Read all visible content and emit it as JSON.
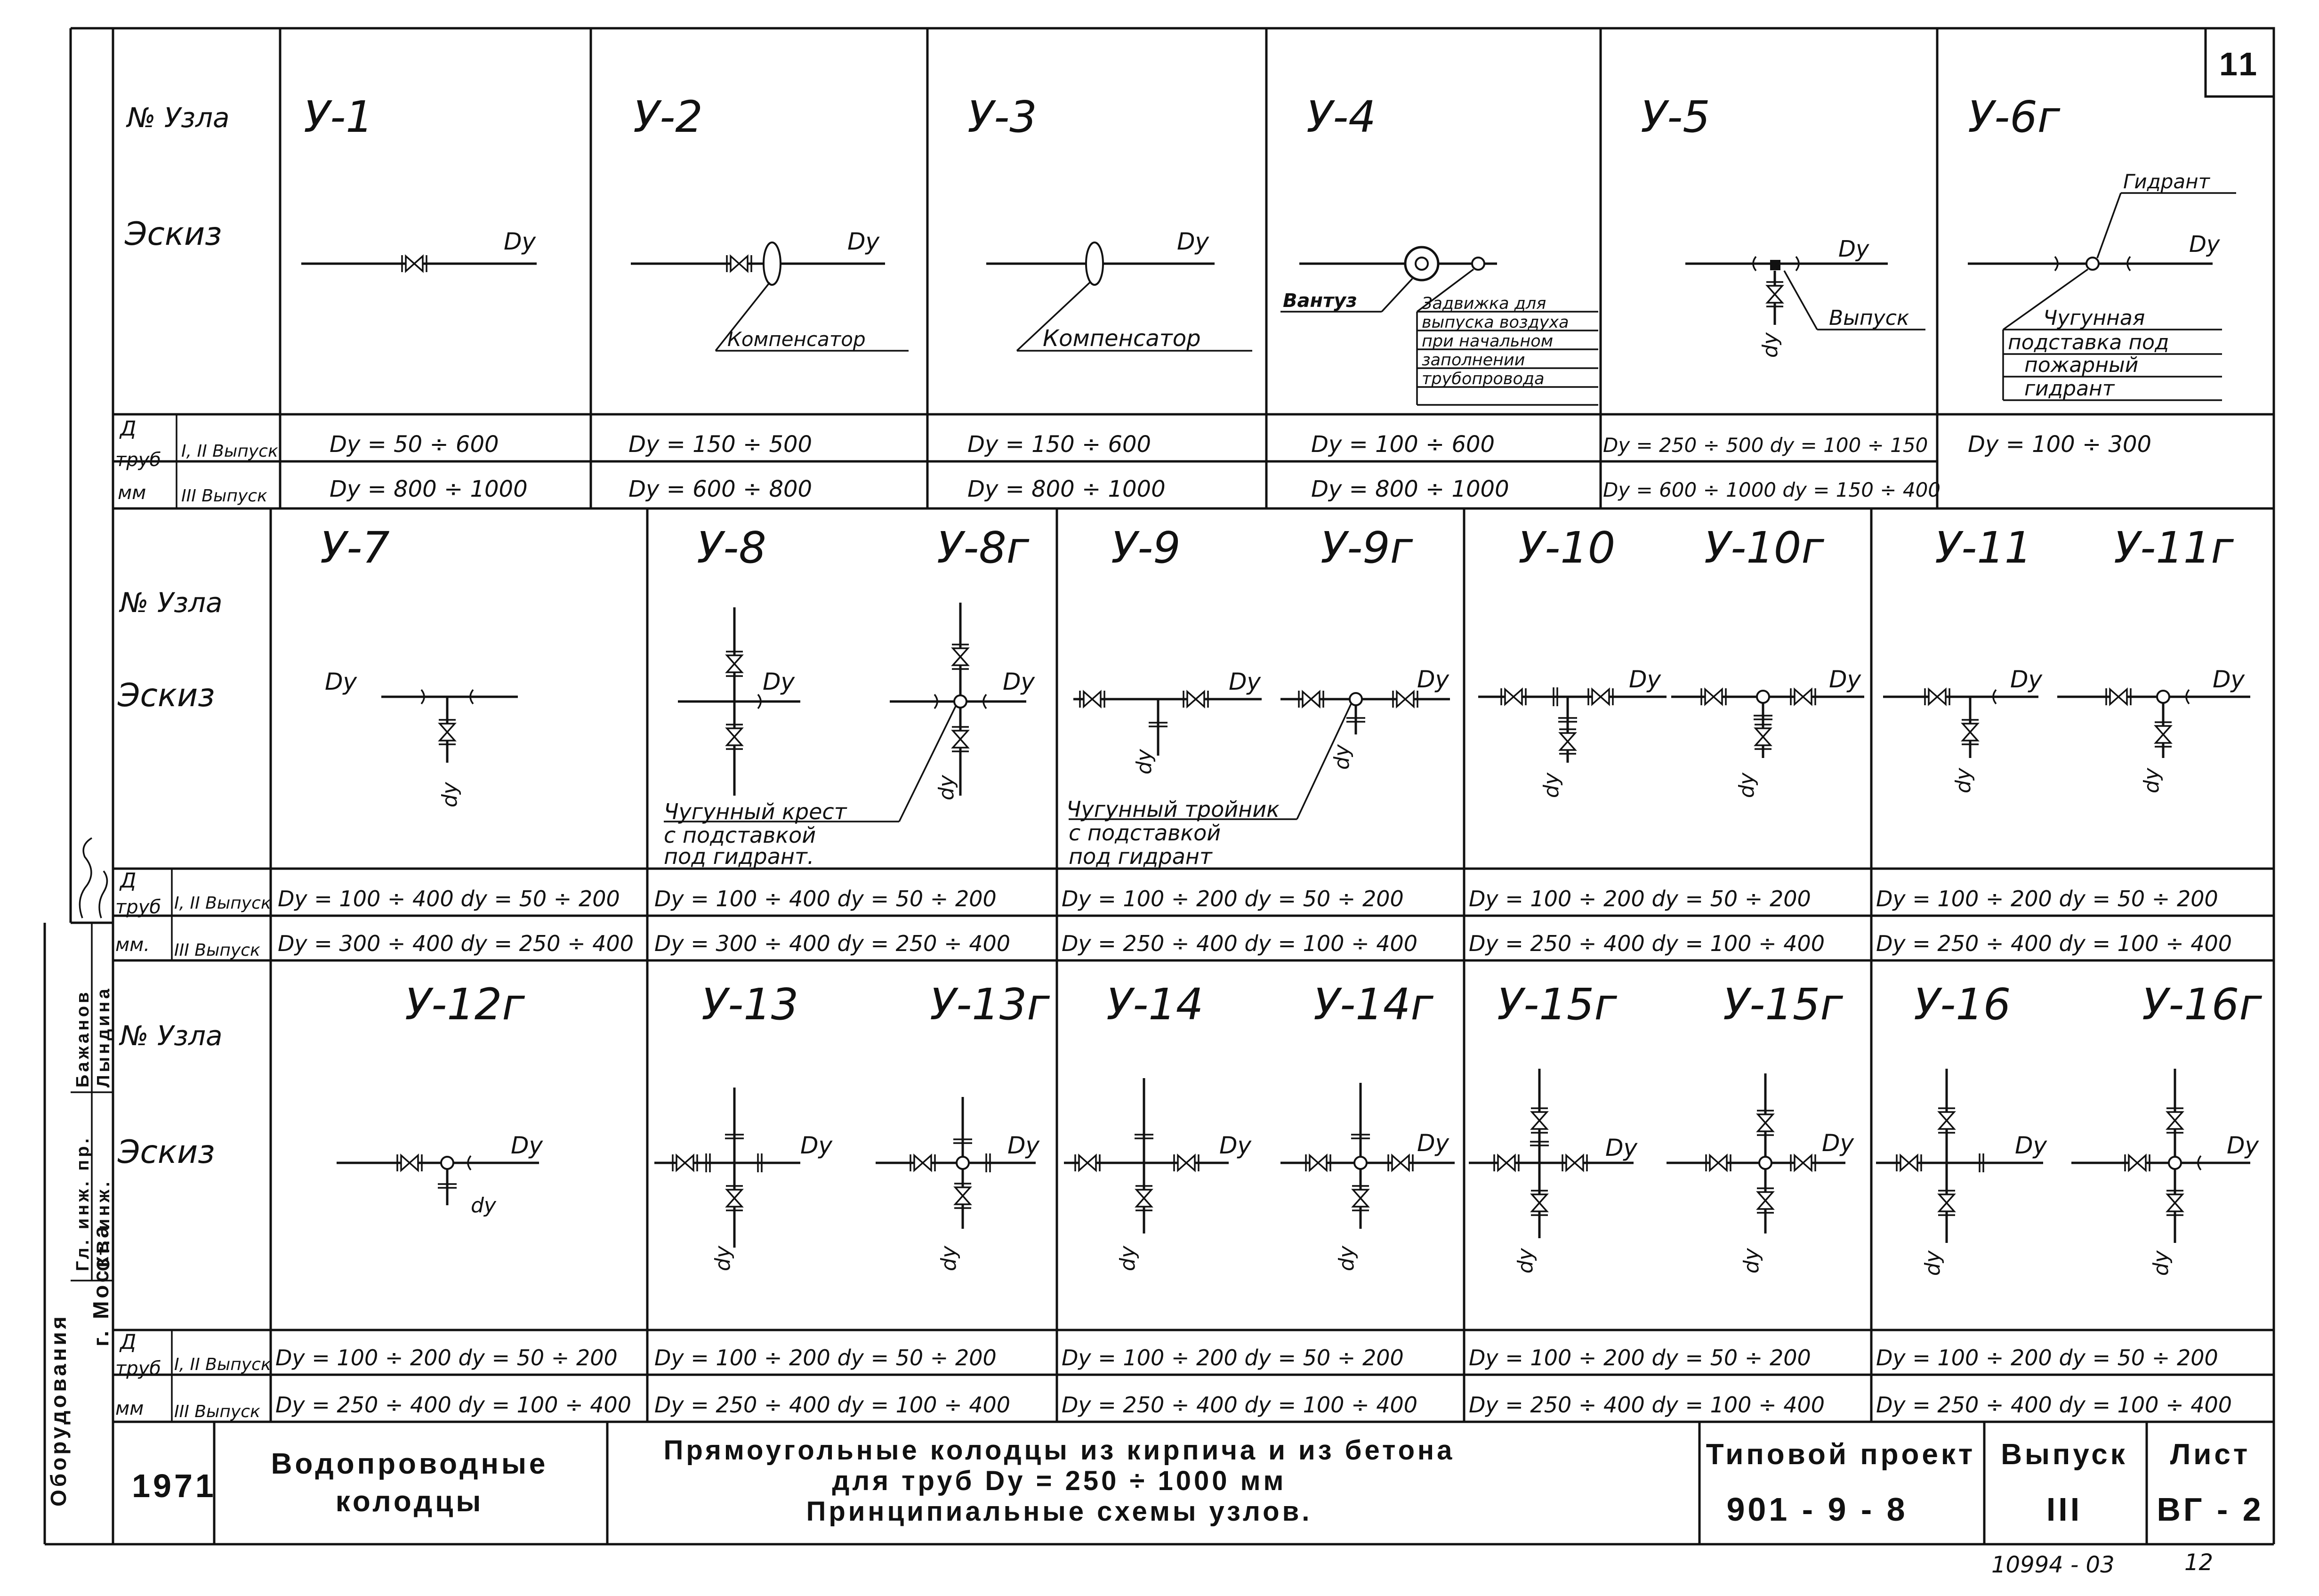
{
  "sheet_number": "11",
  "labels": {
    "node_no": "№ Узла",
    "sketch": "Эскиз",
    "d_line1": "Д",
    "d_line2": "труб",
    "d_line3": "мм",
    "d_line3b": "мм.",
    "issue_1_2": "I, II Выпуск",
    "issue_3": "III Выпуск",
    "dy": "Dy",
    "dy_small": "dy"
  },
  "row1": {
    "nodes": [
      {
        "id": "У-1",
        "issue12": "Dy = 50 ÷ 600",
        "issue3": "Dy = 800 ÷ 1000"
      },
      {
        "id": "У-2",
        "issue12": "Dy = 150 ÷ 500",
        "issue3": "Dy = 600 ÷ 800",
        "note": "Компенсатор"
      },
      {
        "id": "У-3",
        "issue12": "Dy = 150 ÷ 600",
        "issue3": "Dy = 800 ÷ 1000",
        "note": "Компенсатор"
      },
      {
        "id": "У-4",
        "issue12": "Dy = 100 ÷ 600",
        "issue3": "Dy = 800 ÷ 1000",
        "note_left": "Вантуз",
        "note_lines": [
          "Задвижка для",
          "выпуска воздуха",
          "при начальном",
          "заполнении",
          "трубопровода"
        ]
      },
      {
        "id": "У-5",
        "issue12": "Dy = 250 ÷ 500  dy = 100 ÷ 150",
        "issue3": "Dy = 600 ÷ 1000  dy = 150 ÷ 400",
        "note": "Выпуск"
      },
      {
        "id": "У-6г",
        "issue12": "Dy = 100 ÷ 300",
        "issue3": "",
        "note_top": "Гидрант",
        "note_lines": [
          "Чугунная",
          "подставка под",
          "пожарный",
          "гидрант"
        ]
      }
    ]
  },
  "row2": {
    "cells": [
      {
        "ids": [
          "У-7"
        ],
        "issue12": "Dy = 100 ÷ 400   dy = 50 ÷ 200",
        "issue3": "Dy = 300 ÷ 400   dy = 250 ÷ 400"
      },
      {
        "ids": [
          "У-8",
          "У-8г"
        ],
        "issue12": "Dy = 100 ÷ 400   dy = 50 ÷ 200",
        "issue3": "Dy = 300 ÷ 400   dy = 250 ÷ 400",
        "note_lines": [
          "Чугунный крест",
          "с подставкой",
          "под гидрант."
        ]
      },
      {
        "ids": [
          "У-9",
          "У-9г"
        ],
        "issue12": "Dy = 100 ÷ 200   dy = 50 ÷ 200",
        "issue3": "Dy = 250 ÷ 400   dy = 100 ÷ 400",
        "note_lines": [
          "Чугунный тройник",
          "с подставкой",
          "под гидрант"
        ]
      },
      {
        "ids": [
          "У-10",
          "У-10г"
        ],
        "issue12": "Dy = 100 ÷ 200    dy = 50 ÷ 200",
        "issue3": "Dy = 250 ÷ 400    dy = 100 ÷ 400"
      },
      {
        "ids": [
          "У-11",
          "У-11г"
        ],
        "issue12": "Dy = 100 ÷ 200   dy = 50 ÷ 200",
        "issue3": "Dy = 250 ÷ 400   dy = 100 ÷ 400"
      }
    ]
  },
  "row3": {
    "cells": [
      {
        "ids": [
          "У-12г"
        ],
        "issue12": "Dy = 100 ÷ 200  dy = 50 ÷ 200",
        "issue3": "Dy = 250 ÷ 400  dy = 100 ÷ 400"
      },
      {
        "ids": [
          "У-13",
          "У-13г"
        ],
        "issue12": "Dy = 100 ÷ 200   dy = 50 ÷ 200",
        "issue3": "Dy = 250 ÷ 400   dy = 100 ÷ 400"
      },
      {
        "ids": [
          "У-14",
          "У-14г"
        ],
        "issue12": "Dy = 100 ÷ 200   dy = 50 ÷ 200",
        "issue3": "Dy = 250 ÷ 400   dy = 100 ÷ 400"
      },
      {
        "ids": [
          "У-15г",
          "У-15г"
        ],
        "issue12": "Dy = 100 ÷ 200   dy = 50 ÷ 200",
        "issue3": "Dy = 250 ÷ 400   dy = 100 ÷ 400"
      },
      {
        "ids": [
          "У-16",
          "У-16г"
        ],
        "issue12": "Dy = 100 ÷ 200   dy = 50 ÷ 200",
        "issue3": "Dy = 250 ÷ 400   dy = 100 ÷ 400"
      }
    ]
  },
  "title_block": {
    "year": "1971",
    "object": [
      "Водопроводные",
      "колодцы"
    ],
    "title_lines": [
      "Прямоугольные колодцы из кирпича и из бетона",
      "для труб Dy = 250 ÷ 1000 мм",
      "Принципиальные схемы узлов."
    ],
    "project_label": "Типовой проект",
    "project_number": "901 - 9 - 8",
    "issue_label": "Выпуск",
    "issue_number": "III",
    "sheet_label": "Лист",
    "sheet_code": "ВГ - 2"
  },
  "side_stamp": {
    "org": "Оборудования",
    "city": "г. Москва",
    "role1": "Гл. инж. пр.",
    "name1": "Бажанов",
    "role2": "Ст. инж.",
    "name2": "Лындина"
  },
  "bottom_marks": {
    "inventory": "10994 - 03",
    "page": "12"
  }
}
